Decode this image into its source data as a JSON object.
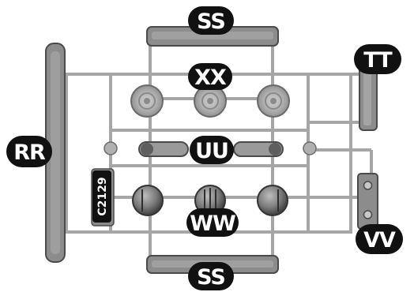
{
  "labels": {
    "ss_top": "SS",
    "ss_bottom": "SS",
    "xx": "XX",
    "tt": "TT",
    "rr": "RR",
    "uu": "UU",
    "ww": "WW",
    "vv": "VV",
    "code": "C2129"
  },
  "colors": {
    "part_fill": "#8c8c8c",
    "part_dark": "#5a5a5a",
    "sprue": "#a8a8a8",
    "badge": "#111111"
  }
}
